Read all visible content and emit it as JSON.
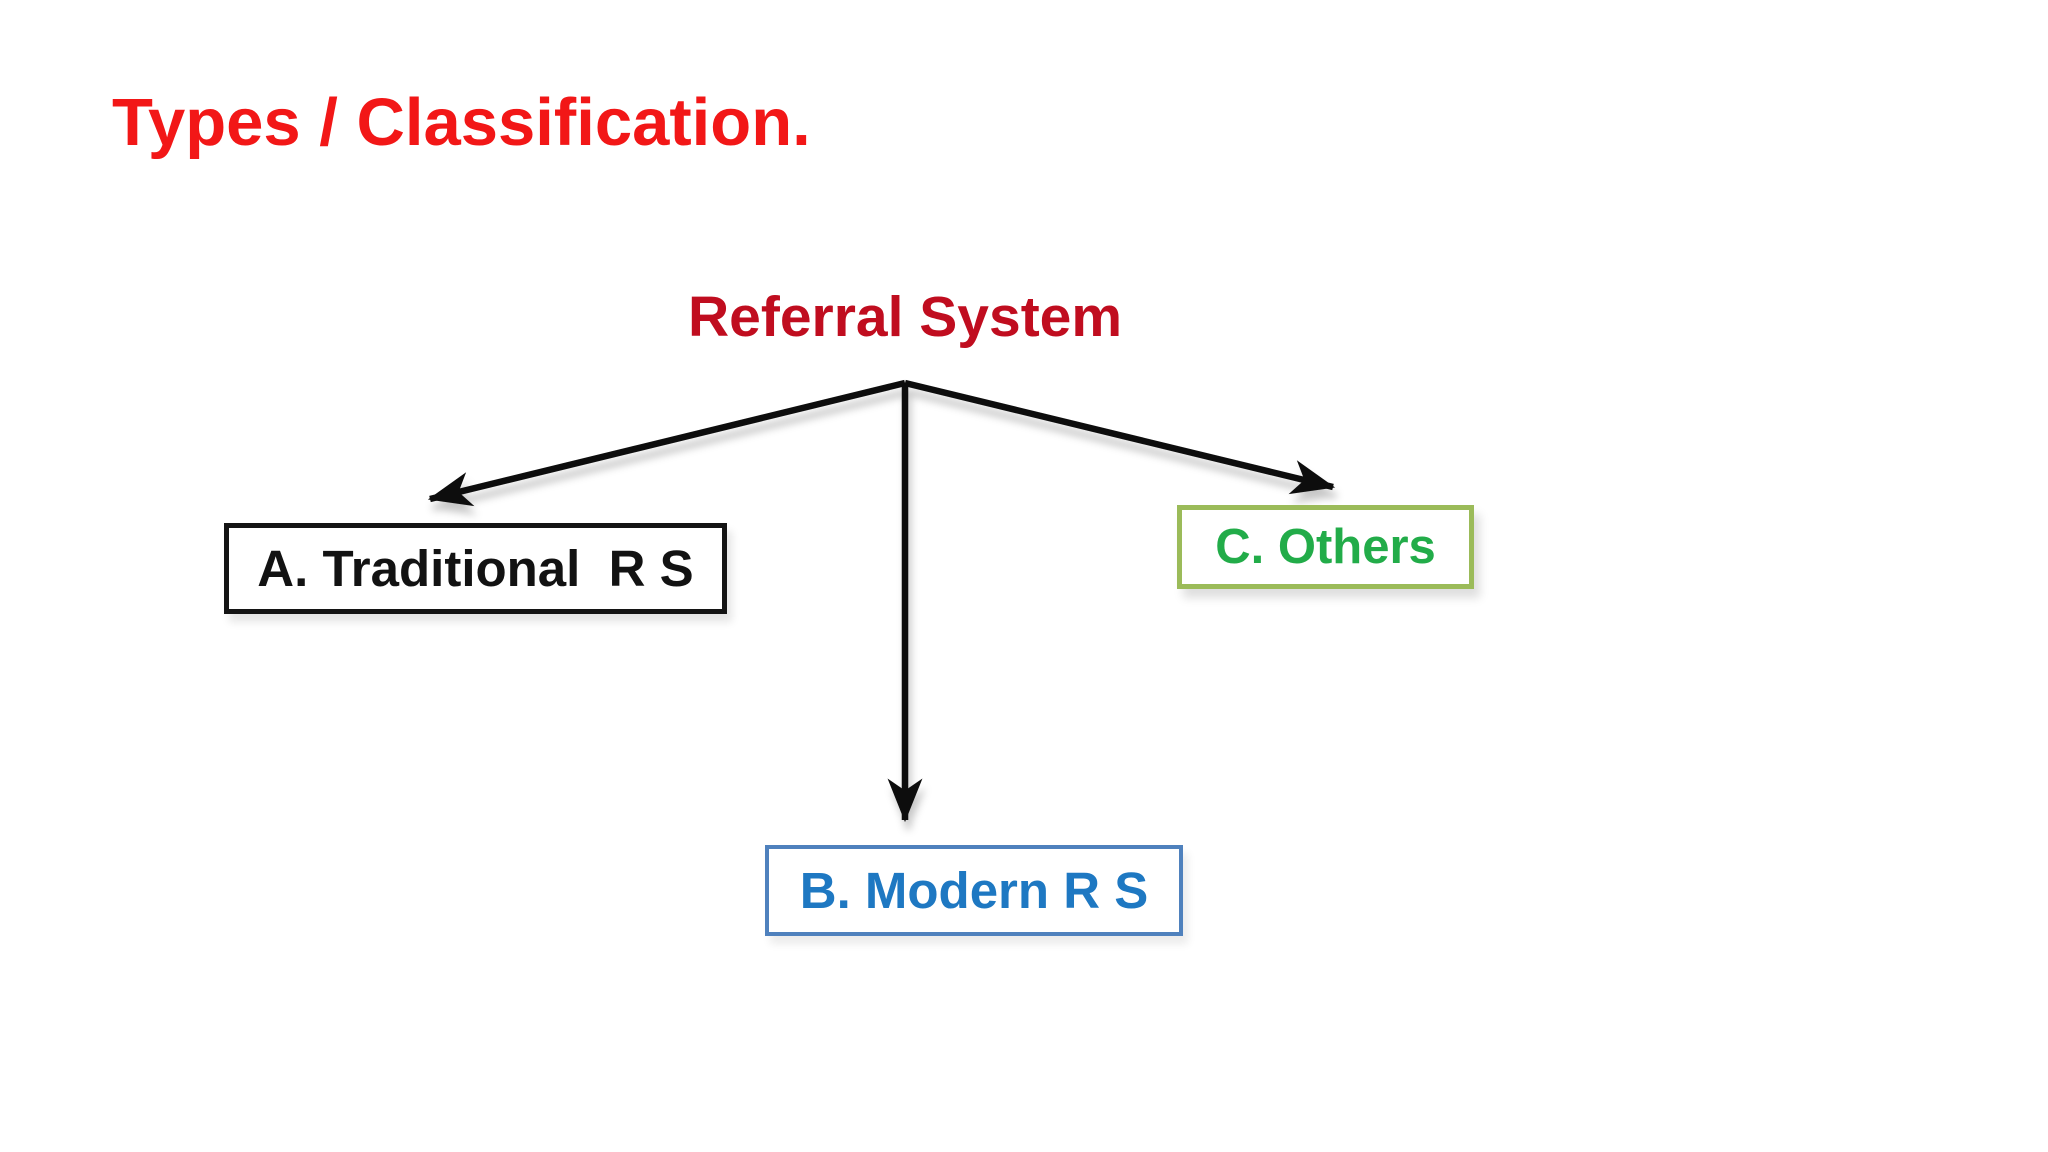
{
  "slide": {
    "title": "Types / Classification.",
    "heading": "Referral System",
    "nodes": [
      {
        "id": "A",
        "label": "A. Traditional  R S",
        "border_color": "#141414",
        "text_color": "#121212"
      },
      {
        "id": "B",
        "label": "B. Modern R S",
        "border_color": "#4f81bd",
        "text_color": "#1e78c2"
      },
      {
        "id": "C",
        "label": "C. Others",
        "border_color": "#9bbb59",
        "text_color": "#22ac49"
      }
    ],
    "edges": [
      {
        "from": "Referral System",
        "to": "A. Traditional  R S"
      },
      {
        "from": "Referral System",
        "to": "B. Modern R S"
      },
      {
        "from": "Referral System",
        "to": "C. Others"
      }
    ],
    "colors": {
      "title": "#f21717",
      "heading": "#c00d1f",
      "arrow": "#0d0d0d",
      "background": "#ffffff"
    }
  }
}
